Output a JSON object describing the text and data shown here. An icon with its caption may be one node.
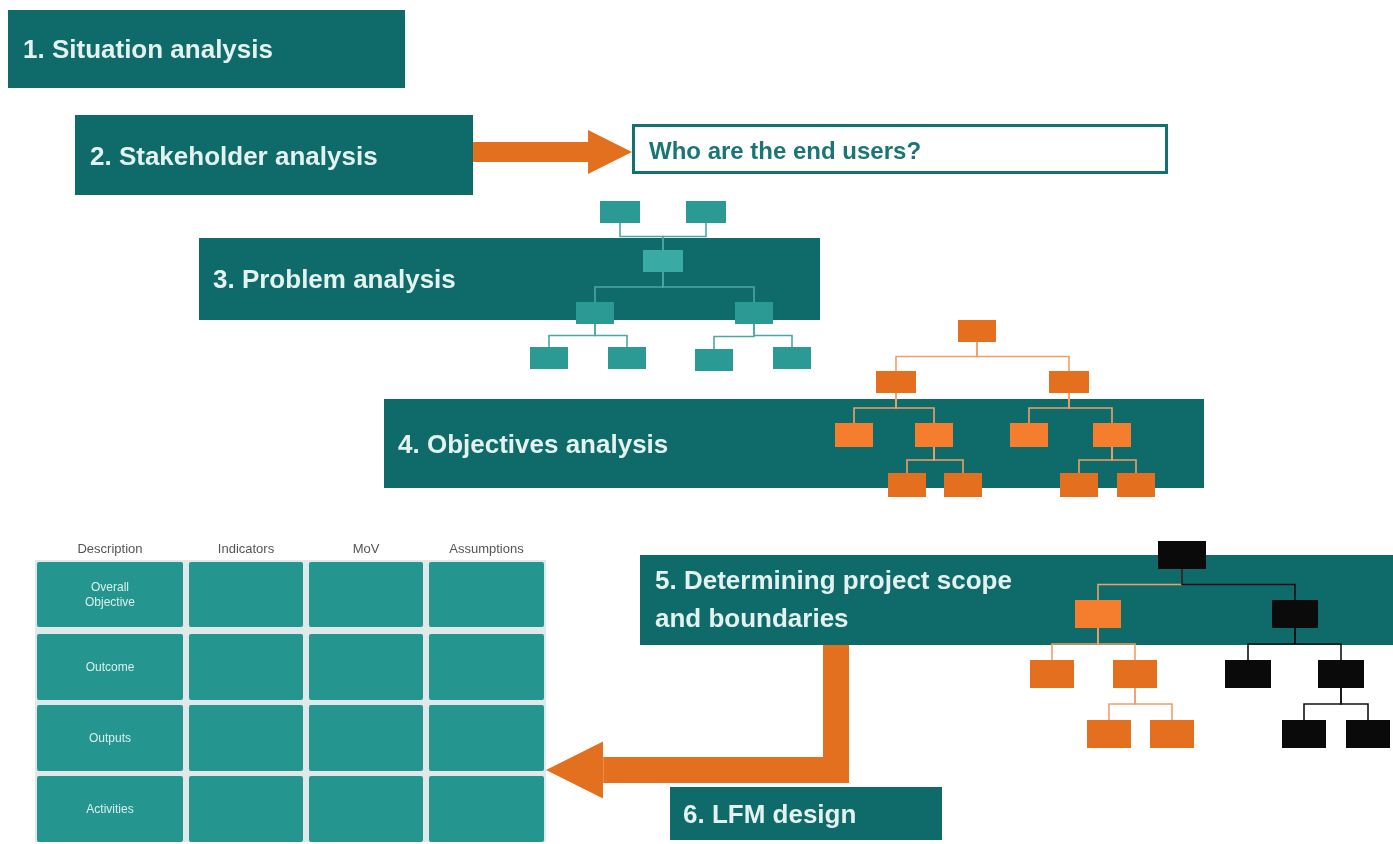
{
  "diagram": {
    "nodes": [
      {
        "text": [
          "1. Situation analysis"
        ]
      },
      {
        "text": [
          "2. Stakeholder analysis"
        ]
      },
      {
        "text": [
          "Who are the end users?"
        ]
      },
      {
        "text": [
          "3. Problem analysis"
        ]
      },
      {
        "text": [],
        "shape": "box"
      },
      {
        "text": [],
        "shape": "box"
      },
      {
        "text": [],
        "shape": "box",
        "in": 3
      },
      {
        "text": [],
        "shape": "box"
      },
      {
        "text": [],
        "shape": "box"
      },
      {
        "text": [],
        "shape": "box"
      },
      {
        "text": [],
        "shape": "box"
      },
      {
        "text": [],
        "shape": "box"
      },
      {
        "text": [],
        "shape": "box"
      },
      {
        "text": [
          "4. Objectives analysis"
        ]
      },
      {
        "text": [],
        "shape": "box"
      },
      {
        "text": [],
        "shape": "box"
      },
      {
        "text": [],
        "shape": "box"
      },
      {
        "text": [],
        "shape": "box",
        "in": 13
      },
      {
        "text": [],
        "shape": "box",
        "in": 13
      },
      {
        "text": [],
        "shape": "box",
        "in": 13
      },
      {
        "text": [],
        "shape": "box",
        "in": 13
      },
      {
        "text": [],
        "shape": "box"
      },
      {
        "text": [],
        "shape": "box"
      },
      {
        "text": [],
        "shape": "box"
      },
      {
        "text": [],
        "shape": "box"
      },
      {
        "text": [
          "5. Determining project scope and boundaries"
        ]
      },
      {
        "text": [],
        "shape": "box"
      },
      {
        "text": [],
        "shape": "box",
        "in": 25
      },
      {
        "text": [],
        "shape": "box",
        "in": 25
      },
      {
        "text": [],
        "shape": "box"
      },
      {
        "text": [],
        "shape": "box"
      },
      {
        "text": [],
        "shape": "box"
      },
      {
        "text": [],
        "shape": "box"
      },
      {
        "text": [],
        "shape": "box"
      },
      {
        "text": [],
        "shape": "box"
      },
      {
        "text": [],
        "shape": "box"
      },
      {
        "text": [],
        "shape": "box"
      },
      {
        "text": [
          "6. LFM design"
        ]
      },
      {
        "text": [],
        "shape": "box",
        "beside": [
          "Description",
          "Indicators",
          "MoV",
          "Assumptions"
        ]
      }
    ],
    "edges": [
      {
        "from": 1,
        "to": 2,
        "arrow": "to",
        "style": "thick",
        "color": "#e2701f"
      },
      {
        "from": 4,
        "to": 6,
        "arrow": "none",
        "color": "#4aa8a3"
      },
      {
        "from": 5,
        "to": 6,
        "arrow": "none",
        "color": "#4aa8a3"
      },
      {
        "from": 6,
        "to": 7,
        "arrow": "none",
        "color": "#4aa8a3"
      },
      {
        "from": 6,
        "to": 8,
        "arrow": "none",
        "color": "#4aa8a3"
      },
      {
        "from": 7,
        "to": 9,
        "arrow": "none",
        "color": "#4aa8a3"
      },
      {
        "from": 7,
        "to": 10,
        "arrow": "none",
        "color": "#4aa8a3"
      },
      {
        "from": 8,
        "to": 11,
        "arrow": "none",
        "color": "#4aa8a3"
      },
      {
        "from": 8,
        "to": 12,
        "arrow": "none",
        "color": "#4aa8a3"
      },
      {
        "from": 14,
        "to": 15,
        "arrow": "none"
      },
      {
        "from": 14,
        "to": 16,
        "arrow": "none"
      },
      {
        "from": 15,
        "to": 17,
        "arrow": "none"
      },
      {
        "from": 15,
        "to": 18,
        "arrow": "none"
      },
      {
        "from": 16,
        "to": 19,
        "arrow": "none"
      },
      {
        "from": 16,
        "to": 20,
        "arrow": "none"
      },
      {
        "from": 18,
        "to": 21,
        "arrow": "none"
      },
      {
        "from": 18,
        "to": 22,
        "arrow": "none"
      },
      {
        "from": 20,
        "to": 23,
        "arrow": "none"
      },
      {
        "from": 20,
        "to": 24,
        "arrow": "none"
      },
      {
        "from": 26,
        "to": 27,
        "arrow": "none"
      },
      {
        "from": 26,
        "to": 28,
        "arrow": "none",
        "color": "#111111"
      },
      {
        "from": 27,
        "to": 29,
        "arrow": "none"
      },
      {
        "from": 27,
        "to": 30,
        "arrow": "none"
      },
      {
        "from": 30,
        "to": 33,
        "arrow": "none"
      },
      {
        "from": 30,
        "to": 34,
        "arrow": "none"
      },
      {
        "from": 28,
        "to": 31,
        "arrow": "none",
        "color": "#111111"
      },
      {
        "from": 28,
        "to": 32,
        "arrow": "none",
        "color": "#111111"
      },
      {
        "from": 32,
        "to": 35,
        "arrow": "none",
        "color": "#111111"
      },
      {
        "from": 32,
        "to": 36,
        "arrow": "none",
        "color": "#111111"
      },
      {
        "from": 25,
        "to": 38,
        "arrow": "to",
        "style": "thick",
        "color": "#e2701f"
      }
    ],
    "labels": [
      "Overall Objective",
      "Outcome",
      "Outputs",
      "Activities"
    ]
  }
}
